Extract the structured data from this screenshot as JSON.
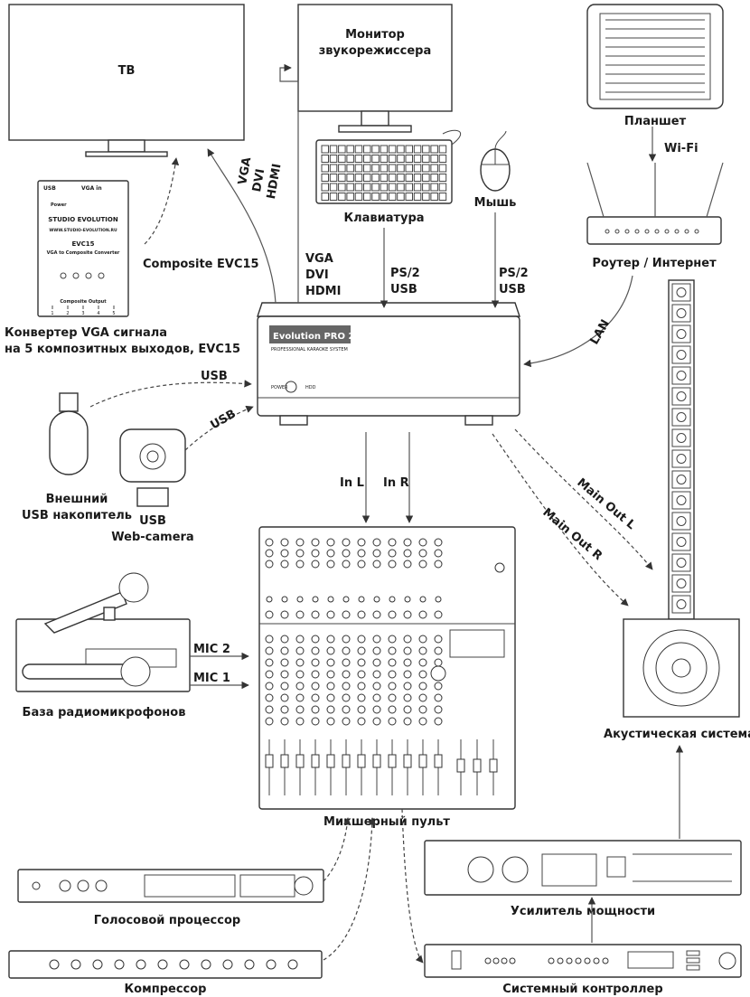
{
  "devices": {
    "tv": "ТВ",
    "monitor_line1": "Монитор",
    "monitor_line2": "звукорежиссера",
    "tablet": "Планшет",
    "keyboard": "Клавиатура",
    "mouse": "Мышь",
    "router": "Роутер / Интернет",
    "converter_line1": "Конвертер VGA сигнала",
    "converter_line2": "на 5 композитных выходов, EVC15",
    "usb_drive_line1": "Внешний",
    "usb_drive_line2": "USB накопитель",
    "webcam_line1": "USB",
    "webcam_line2": "Web-camera",
    "mic_base": "База радиомикрофонов",
    "mixer": "Микшерный пульт",
    "speakers": "Акустическая система",
    "voice_processor": "Голосовой процессор",
    "compressor": "Компрессор",
    "amplifier": "Усилитель мощности",
    "controller": "Системный контроллер"
  },
  "converter_panel": {
    "usb": "USB",
    "vga_in": "VGA in",
    "power": "Power",
    "brand": "STUDIO EVOLUTION",
    "site": "WWW.STUDIO-EVOLUTION.RU",
    "model": "EVC15",
    "subtitle": "VGA to Composite Converter",
    "outputs": "Composite Output",
    "output_numbers": [
      "1",
      "2",
      "3",
      "4",
      "5"
    ]
  },
  "main_unit": {
    "logo": "Evolution PRO 2",
    "tagline": "PROFESSIONAL KARAOKE SYSTEM",
    "power_label": "POWER",
    "hdd_label": "HDD"
  },
  "connections": {
    "composite": "Composite EVC15",
    "vga_tv": [
      "VGA",
      "DVI",
      "HDMI"
    ],
    "vga_monitor": [
      "VGA",
      "DVI",
      "HDMI"
    ],
    "keyboard_port": [
      "PS/2",
      "USB"
    ],
    "mouse_port": [
      "PS/2",
      "USB"
    ],
    "wifi": "Wi-Fi",
    "lan": "LAN",
    "usb_drive": "USB",
    "usb_webcam": "USB",
    "in_l": "In L",
    "in_r": "In R",
    "main_out_l": "Main Out L",
    "main_out_r": "Main Out R",
    "mic2": "MIC 2",
    "mic1": "MIC 1"
  }
}
